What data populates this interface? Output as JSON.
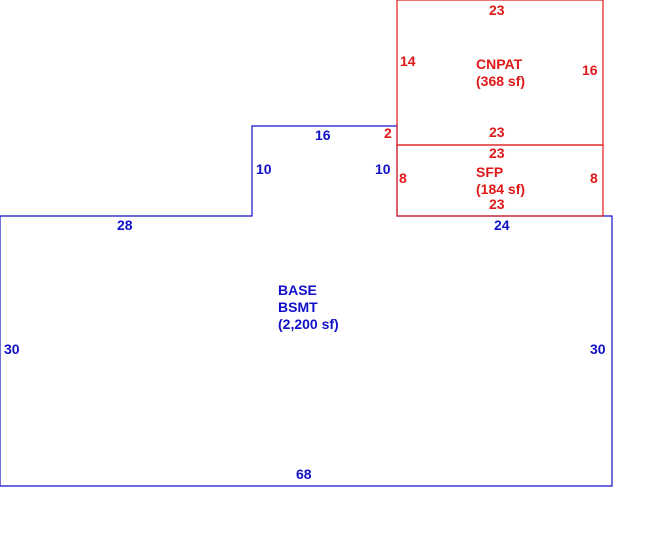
{
  "colors": {
    "base": "#1010c8",
    "addition": "#e01818"
  },
  "base": {
    "name_line1": "BASE",
    "name_line2": "BSMT",
    "area": "(2,200 sf)",
    "dims": {
      "left": "30",
      "right": "30",
      "bottom": "68",
      "top_left": "28",
      "top_right": "24",
      "bump_top": "16",
      "bump_left": "10",
      "bump_right": "10"
    }
  },
  "cnpat": {
    "name": "CNPAT",
    "area": "(368 sf)",
    "dims": {
      "top": "23",
      "left": "14",
      "right": "16",
      "bottom": "23",
      "offset": "2"
    }
  },
  "sfp": {
    "name": "SFP",
    "area": "(184 sf)",
    "dims": {
      "top": "23",
      "left": "8",
      "right": "8",
      "bottom": "23"
    }
  }
}
